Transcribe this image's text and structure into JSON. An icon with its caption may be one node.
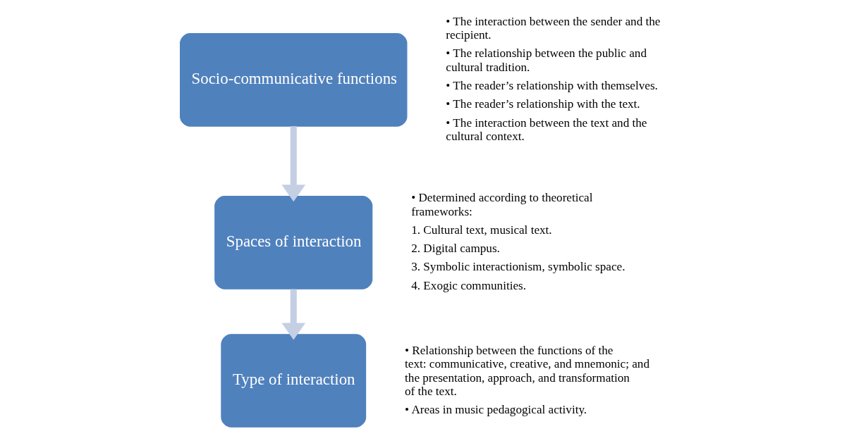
{
  "diagram": {
    "nodes": [
      {
        "text": [
          "Socio-communicative functions"
        ],
        "beside": [
          "• The interaction between the sender and the recipient.",
          "• The relationship between the public and cultural tradition.",
          "• The reader’s relationship with themselves.",
          "• The reader’s relationship with the text.",
          "• The interaction between the text and the cultural context."
        ]
      },
      {
        "text": [
          "Spaces of interaction"
        ],
        "beside": [
          "• Determined according to theoretical frameworks:",
          "1. Cultural text, musical text.",
          "2. Digital campus.",
          "3. Symbolic interactionism, symbolic space.",
          "4. Exogic communities."
        ]
      },
      {
        "text": [
          "Type of interaction"
        ],
        "beside": [
          "• Relationship between the functions of the text: communicative, creative, and mnemonic; and the presentation, approach, and transformation of the text.",
          "• Areas in music pedagogical activity."
        ]
      }
    ],
    "edges": [
      {
        "from": 0,
        "to": 1,
        "arrow": "to"
      },
      {
        "from": 1,
        "to": 2,
        "arrow": "to"
      }
    ]
  }
}
